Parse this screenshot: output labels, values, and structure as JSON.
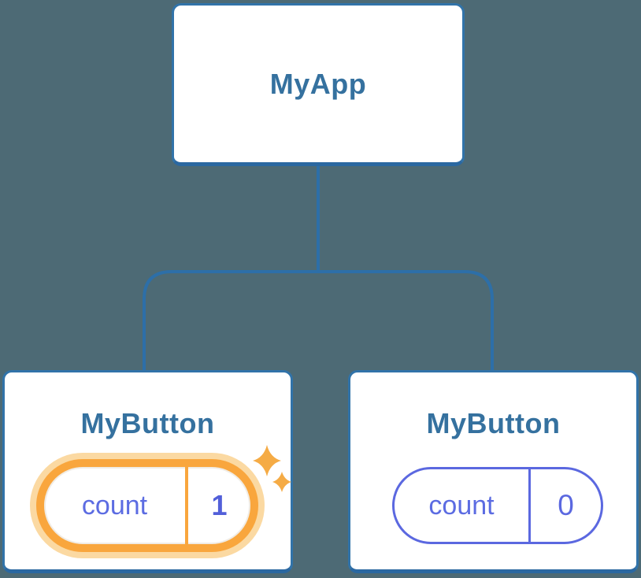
{
  "tree": {
    "root": {
      "label": "MyApp"
    },
    "children": [
      {
        "label": "MyButton",
        "state": {
          "name": "count",
          "value": "1"
        },
        "highlighted": true
      },
      {
        "label": "MyButton",
        "state": {
          "name": "count",
          "value": "0"
        },
        "highlighted": false
      }
    ]
  },
  "icons": {
    "sparkle": "four-pointed-star"
  },
  "colors": {
    "background": "#4d6a75",
    "card_background": "#ffffff",
    "card_border": "#3173a9",
    "card_border_bottom": "#2b68a1",
    "connector": "#2d6fa8",
    "node_text": "#35719f",
    "state_accent": "#5b68e0",
    "state_value_bold": "#525fd9",
    "highlight_orange": "#f9a63d",
    "highlight_glow": "#fbd9a2",
    "sparkle": "#f5ab45"
  }
}
